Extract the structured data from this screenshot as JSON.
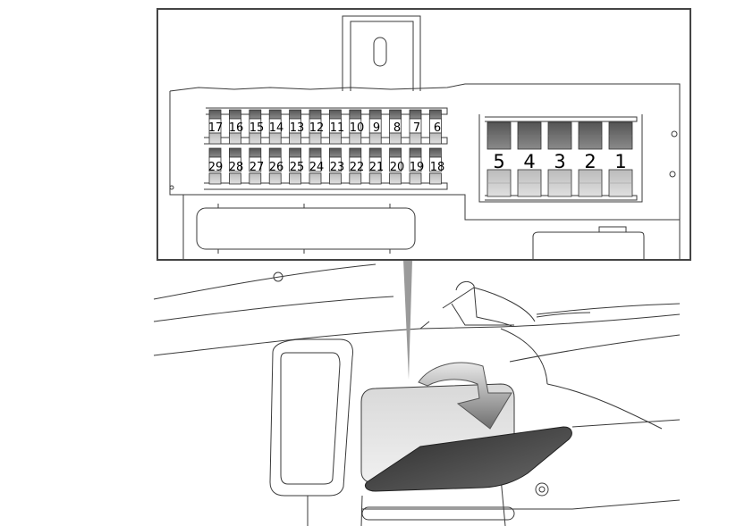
{
  "fuse_box": {
    "upper_row_labels": [
      "17",
      "16",
      "15",
      "14",
      "13",
      "12",
      "11",
      "10",
      "9",
      "8",
      "7",
      "6"
    ],
    "lower_row_labels": [
      "29",
      "28",
      "27",
      "26",
      "25",
      "24",
      "23",
      "22",
      "21",
      "20",
      "19",
      "18"
    ],
    "large_fuse_labels": [
      "5",
      "4",
      "3",
      "2",
      "1"
    ]
  },
  "colors": {
    "line": "#3a3a3a",
    "panel_border": "#444444",
    "cover_fill": "#5a5a5a",
    "arrow_fill": "#6e6e6e",
    "inset_bg": "#eeeeee"
  },
  "icons": {
    "cover_arrow": "curved-down-arrow-icon"
  }
}
